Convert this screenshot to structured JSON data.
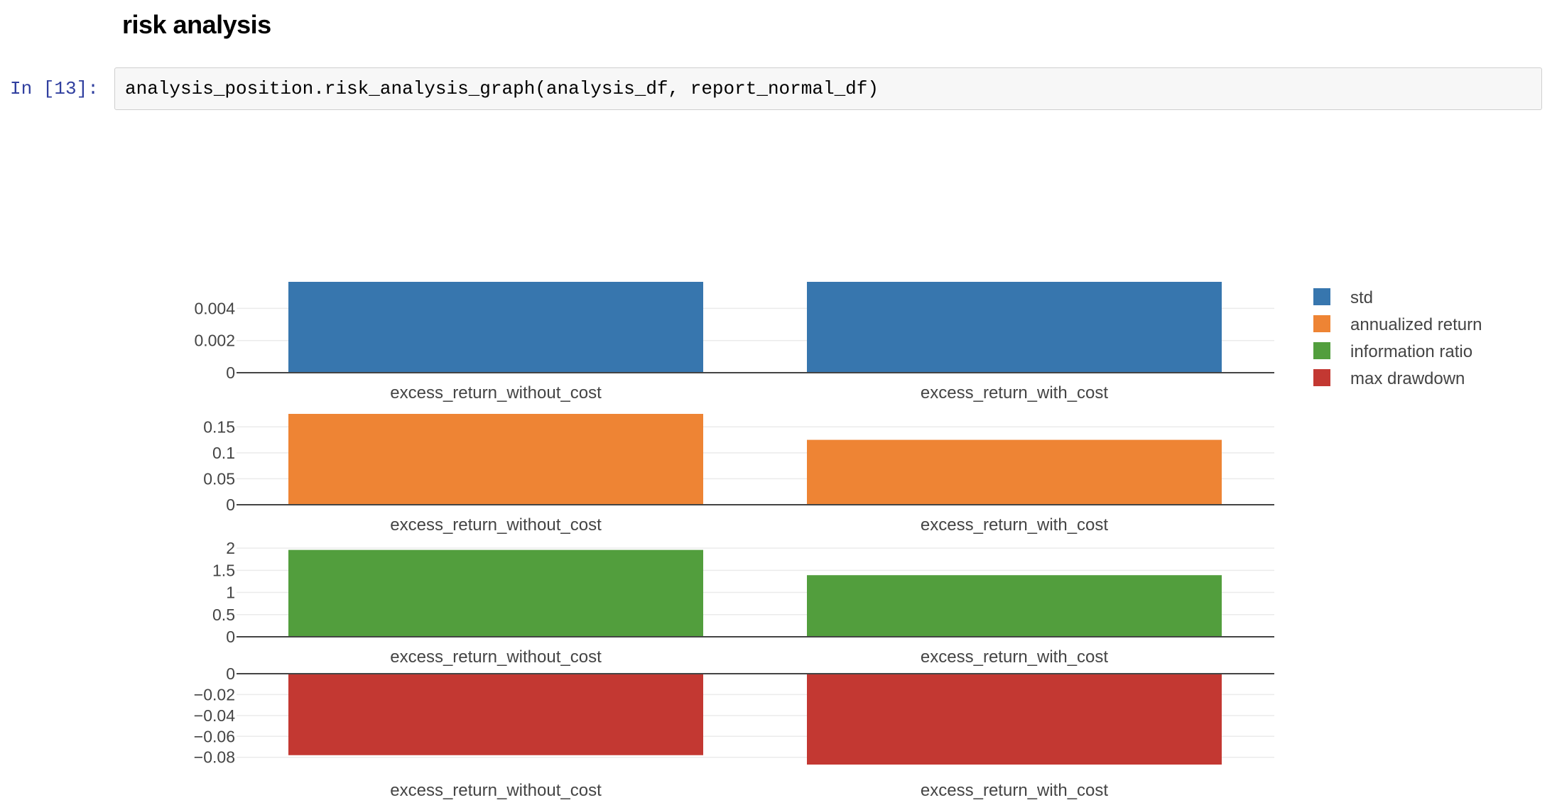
{
  "section": {
    "title": "risk analysis"
  },
  "cell": {
    "prompt": "In [13]:",
    "code": "analysis_position.risk_analysis_graph(analysis_df, report_normal_df)"
  },
  "chart_data": {
    "type": "bar",
    "categories": [
      "excess_return_without_cost",
      "excess_return_with_cost"
    ],
    "legend_position": "top-right",
    "grid": true,
    "subplots": [
      {
        "name": "std",
        "color": "#3776ae",
        "values": [
          0.00565,
          0.00565
        ],
        "ylim": [
          0,
          0.00565
        ],
        "ticks": [
          0,
          0.002,
          0.004
        ],
        "tick_labels": [
          "0",
          "0.002",
          "0.004"
        ]
      },
      {
        "name": "annualized return",
        "color": "#ee8434",
        "values": [
          0.175,
          0.125
        ],
        "ylim": [
          0,
          0.175
        ],
        "ticks": [
          0,
          0.05,
          0.1,
          0.15
        ],
        "tick_labels": [
          "0",
          "0.05",
          "0.1",
          "0.15"
        ]
      },
      {
        "name": "information ratio",
        "color": "#529e3d",
        "values": [
          1.96,
          1.39
        ],
        "ylim": [
          0,
          2.05
        ],
        "ticks": [
          0,
          0.5,
          1,
          1.5,
          2
        ],
        "tick_labels": [
          "0",
          "0.5",
          "1",
          "1.5",
          "2"
        ]
      },
      {
        "name": "max drawdown",
        "color": "#c33832",
        "values": [
          -0.078,
          -0.087
        ],
        "ylim": [
          -0.087,
          0
        ],
        "ticks": [
          0,
          -0.02,
          -0.04,
          -0.06,
          -0.08
        ],
        "tick_labels": [
          "0",
          "−0.02",
          "−0.04",
          "−0.06",
          "−0.08"
        ]
      }
    ]
  }
}
